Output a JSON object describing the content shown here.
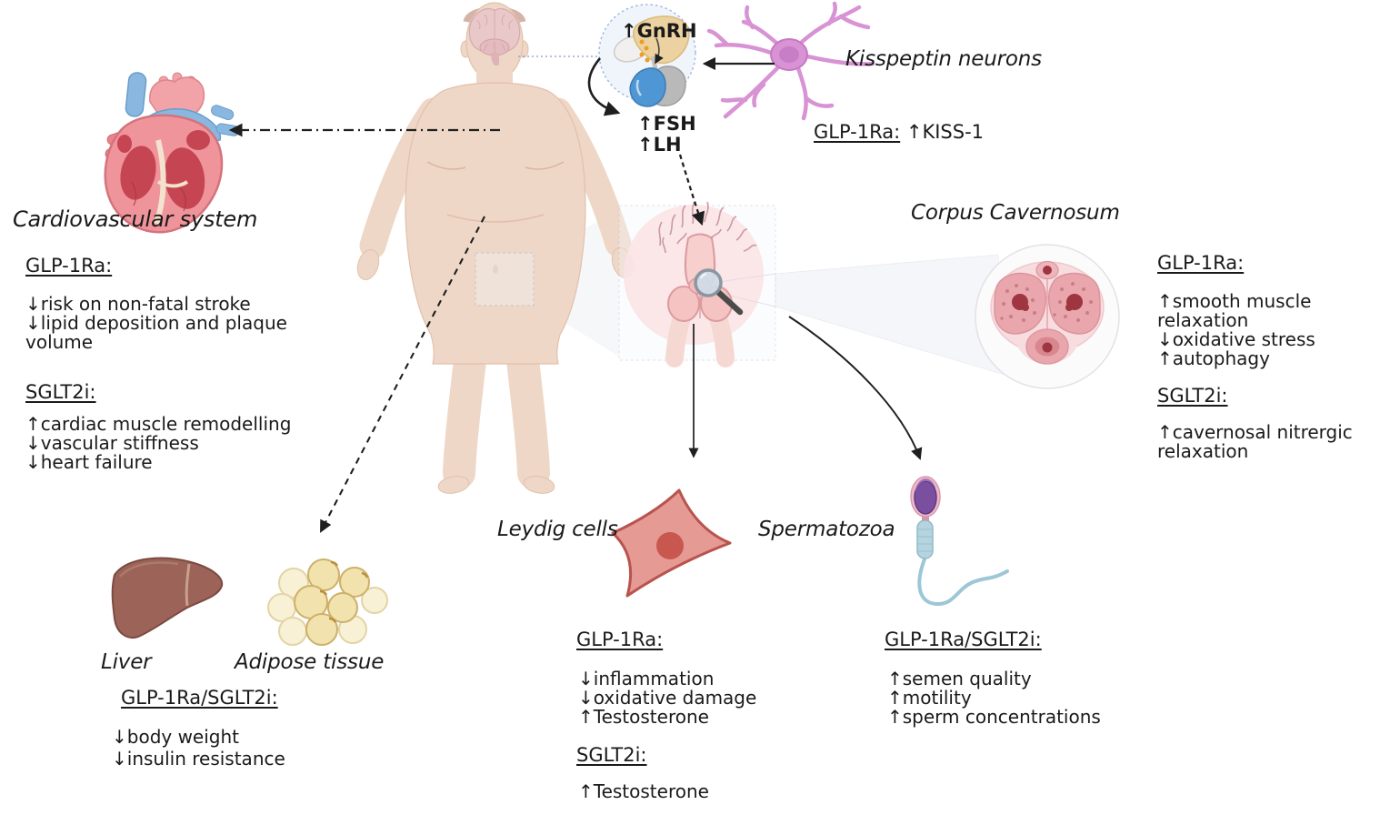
{
  "figure": {
    "hormones": {
      "gnrh": "↑GnRH",
      "fsh": "↑FSH",
      "lh": "↑LH"
    },
    "kisspeptin": {
      "label": "Kisspeptin neurons",
      "glp1_heading": "GLP-1Ra:",
      "glp1_value": "↑KISS-1"
    },
    "cardiovascular": {
      "label": "Cardiovascular system",
      "glp1_heading": "GLP-1Ra:",
      "glp1_lines": [
        "↓risk on non-fatal stroke",
        "↓lipid deposition and plaque volume"
      ],
      "sglt2_heading": "SGLT2i:",
      "sglt2_lines": [
        "↑cardiac muscle remodelling",
        "↓vascular stiffness",
        "↓heart failure"
      ]
    },
    "corpus_cavernosum": {
      "label": "Corpus Cavernosum",
      "glp1_heading": "GLP-1Ra:",
      "glp1_lines": [
        "↑smooth muscle relaxation",
        "↓oxidative stress",
        "↑autophagy"
      ],
      "sglt2_heading": "SGLT2i:",
      "sglt2_lines": [
        "↑cavernosal nitrergic relaxation"
      ]
    },
    "liver_adipose": {
      "liver_label": "Liver",
      "adipose_label": "Adipose tissue",
      "combo_heading": "GLP-1Ra/SGLT2i:",
      "lines": [
        "↓body weight",
        "↓insulin resistance"
      ]
    },
    "leydig_cells": {
      "label": "Leydig cells",
      "glp1_heading": "GLP-1Ra:",
      "glp1_lines": [
        "↓inflammation",
        "↓oxidative damage",
        "↑Testosterone"
      ],
      "sglt2_heading": "SGLT2i:",
      "sglt2_lines": [
        "↑Testosterone"
      ]
    },
    "spermatozoa": {
      "label": "Spermatozoa",
      "combo_heading": "GLP-1Ra/SGLT2i:",
      "lines": [
        "↑semen quality",
        "↑motility",
        "↑sperm concentrations"
      ]
    }
  },
  "icons": [
    "human-body-illustration",
    "brain-icon",
    "hypothalamus-pituitary-icon",
    "kisspeptin-neuron-icon",
    "heart-icon",
    "liver-icon",
    "adipose-tissue-icon",
    "male-genitals-icon",
    "magnifier-icon",
    "corpus-cavernosum-cross-section-icon",
    "leydig-cell-icon",
    "spermatozoon-icon"
  ],
  "colors": {
    "text": "#1a1a1a",
    "arrow": "#1f1f1f",
    "skin": "#eed7c6",
    "neuron_pink": "#d893d4",
    "heart_red": "#f0949b",
    "vessel_blue": "#8ab7e0",
    "liver_brown": "#9c6358",
    "adipose_yellow": "#f2e2ae",
    "genital_circle_pink": "#fbe3e5",
    "corpus_pink": "#e9a7ad",
    "leydig_red": "#e59a94",
    "sperm_head_purple": "#7b4fa0",
    "sperm_tail_blue": "#9dc6d6",
    "pituitary_blue": "#4f97d4",
    "hypothalamus_tan": "#ecd2a0",
    "dashed_box_blue": "#b4bfd2"
  }
}
